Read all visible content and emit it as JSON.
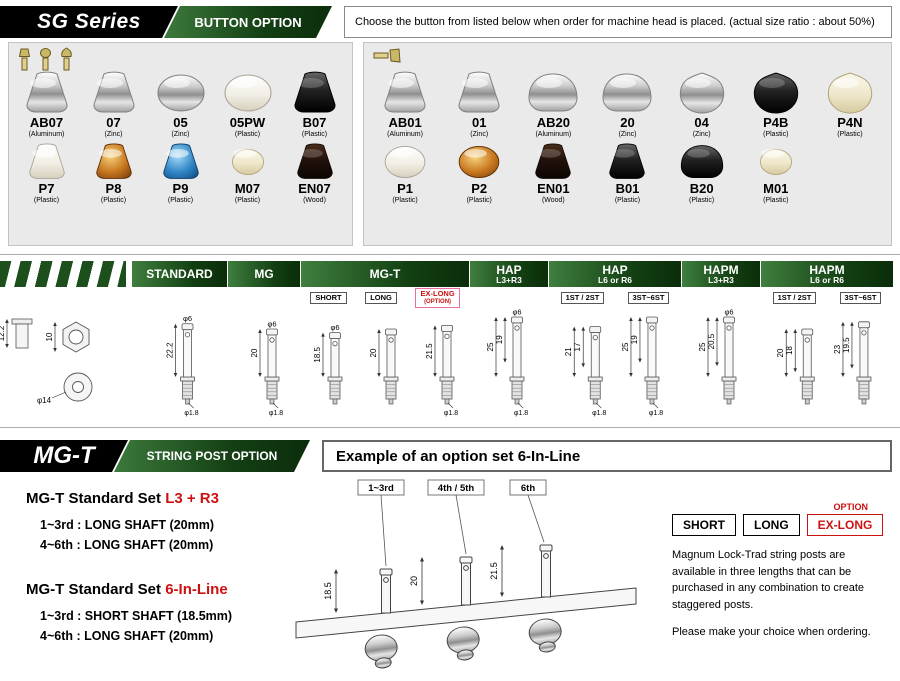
{
  "palette": {
    "green": "#1c4f1c",
    "green_dark": "#0a2d0a",
    "red": "#cc1111",
    "pink": "#ec6e9c",
    "panel_bg": "#eaeaea"
  },
  "top": {
    "series": "SG Series",
    "banner": "BUTTON OPTION",
    "note": "Choose the button from listed below when order for machine head is placed.  (actual size ratio :  about 50%)"
  },
  "buttons": {
    "left": [
      [
        {
          "code": "AB07",
          "mat": "(Aluminum)",
          "shape": "keystone",
          "finish": "chrome"
        },
        {
          "code": "07",
          "mat": "(Zinc)",
          "shape": "keystone",
          "finish": "chrome"
        },
        {
          "code": "05",
          "mat": "(Zinc)",
          "shape": "oval",
          "finish": "chrome"
        },
        {
          "code": "05PW",
          "mat": "(Plastic)",
          "shape": "oval",
          "finish": "pearl"
        },
        {
          "code": "B07",
          "mat": "(Plastic)",
          "shape": "keystone",
          "finish": "black"
        }
      ],
      [
        {
          "code": "P7",
          "mat": "(Plastic)",
          "shape": "keystone",
          "finish": "pearl"
        },
        {
          "code": "P8",
          "mat": "(Plastic)",
          "shape": "keystone",
          "finish": "amber"
        },
        {
          "code": "P9",
          "mat": "(Plastic)",
          "shape": "keystone",
          "finish": "blue"
        },
        {
          "code": "M07",
          "mat": "(Plastic)",
          "shape": "smalloval",
          "finish": "ivory"
        },
        {
          "code": "EN07",
          "mat": "(Wood)",
          "shape": "keystone",
          "finish": "wood"
        }
      ]
    ],
    "right": [
      [
        {
          "code": "AB01",
          "mat": "(Aluminum)",
          "shape": "keystone",
          "finish": "chrome"
        },
        {
          "code": "01",
          "mat": "(Zinc)",
          "shape": "keystone",
          "finish": "chrome"
        },
        {
          "code": "AB20",
          "mat": "(Aluminum)",
          "shape": "halfmoon",
          "finish": "chrome"
        },
        {
          "code": "20",
          "mat": "(Zinc)",
          "shape": "halfmoon",
          "finish": "chrome"
        },
        {
          "code": "04",
          "mat": "(Zinc)",
          "shape": "tulip",
          "finish": "chrome"
        },
        {
          "code": "P4B",
          "mat": "(Plastic)",
          "shape": "tulip",
          "finish": "black"
        },
        {
          "code": "P4N",
          "mat": "(Plastic)",
          "shape": "tulip",
          "finish": "ivory"
        }
      ],
      [
        {
          "code": "P1",
          "mat": "(Plastic)",
          "shape": "oval",
          "finish": "pearl"
        },
        {
          "code": "P2",
          "mat": "(Plastic)",
          "shape": "oval",
          "finish": "amber"
        },
        {
          "code": "EN01",
          "mat": "(Wood)",
          "shape": "keystone",
          "finish": "wood"
        },
        {
          "code": "B01",
          "mat": "(Plastic)",
          "shape": "keystone",
          "finish": "black"
        },
        {
          "code": "B20",
          "mat": "(Plastic)",
          "shape": "halfmoon",
          "finish": "black"
        },
        {
          "code": "M01",
          "mat": "(Plastic)",
          "shape": "smalloval",
          "finish": "ivory"
        }
      ]
    ]
  },
  "spec": {
    "hardware": {
      "nut": "10",
      "washer": "φ14",
      "bushing": "12.2"
    },
    "columns": [
      {
        "title": "STANDARD",
        "subtitle": "",
        "width": 95,
        "posts": [
          {
            "dia": "φ6",
            "dims": [
              "22.2"
            ],
            "tip": "φ1.8"
          }
        ]
      },
      {
        "title": "MG",
        "subtitle": "",
        "width": 72,
        "posts": [
          {
            "dia": "φ6",
            "dims": [
              "20"
            ],
            "tip": "φ1.8"
          }
        ]
      },
      {
        "title": "MG-T",
        "subtitle": "",
        "width": 168,
        "tags": [
          {
            "label": "SHORT"
          },
          {
            "label": "LONG"
          },
          {
            "label": "EX-LONG",
            "sub": "(OPTION)",
            "accent": true
          }
        ],
        "posts": [
          {
            "dia": "φ6",
            "dims": [
              "18.5"
            ]
          },
          {
            "dims": [
              "20"
            ]
          },
          {
            "dims": [
              "21.5"
            ],
            "tip": "φ1.8"
          }
        ]
      },
      {
        "title": "HAP",
        "subtitle": "L3+R3",
        "width": 78,
        "posts": [
          {
            "dia": "φ6",
            "dims": [
              "19",
              "25"
            ],
            "tip": "φ1.8"
          }
        ]
      },
      {
        "title": "HAP",
        "subtitle": "L6 or R6",
        "width": 132,
        "tags": [
          {
            "label": "1ST / 2ST"
          },
          {
            "label": "3ST~6ST"
          }
        ],
        "posts": [
          {
            "dims": [
              "17",
              "21"
            ],
            "tip": "φ1.8"
          },
          {
            "dims": [
              "19",
              "25"
            ],
            "tip": "φ1.8"
          }
        ]
      },
      {
        "title": "HAPM",
        "subtitle": "L3+R3",
        "width": 78,
        "posts": [
          {
            "dia": "φ6",
            "dims": [
              "20.5",
              "25"
            ]
          }
        ]
      },
      {
        "title": "HAPM",
        "subtitle": "L6 or R6",
        "width": 132,
        "tags": [
          {
            "label": "1ST / 2ST"
          },
          {
            "label": "3ST~6ST"
          }
        ],
        "posts": [
          {
            "dims": [
              "18",
              "20"
            ]
          },
          {
            "dims": [
              "19.5",
              "23"
            ]
          }
        ]
      }
    ]
  },
  "option": {
    "series": "MG-T",
    "banner": "STRING POST OPTION",
    "example": "Example of an option set 6-In-Line",
    "sets": [
      {
        "prefix": "MG-T Standard Set ",
        "accent": "L3 + R3",
        "lines": [
          "1~3rd : LONG SHAFT (20mm)",
          "4~6th : LONG SHAFT (20mm)"
        ]
      },
      {
        "prefix": "MG-T Standard Set ",
        "accent": "6-In-Line",
        "lines": [
          "1~3rd : SHORT SHAFT (18.5mm)",
          "4~6th : LONG SHAFT (20mm)"
        ]
      }
    ],
    "diagram": {
      "labels": [
        "1~3rd",
        "4th / 5th",
        "6th"
      ],
      "dims": [
        "18.5",
        "20",
        "21.5"
      ]
    },
    "option_tag": "OPTION",
    "lengths": [
      "SHORT",
      "LONG",
      "EX-LONG"
    ],
    "para1": "Magnum Lock-Trad string posts are available in three lengths that can be purchased in any combination to create staggered posts.",
    "para2": "Please make your choice when ordering."
  }
}
